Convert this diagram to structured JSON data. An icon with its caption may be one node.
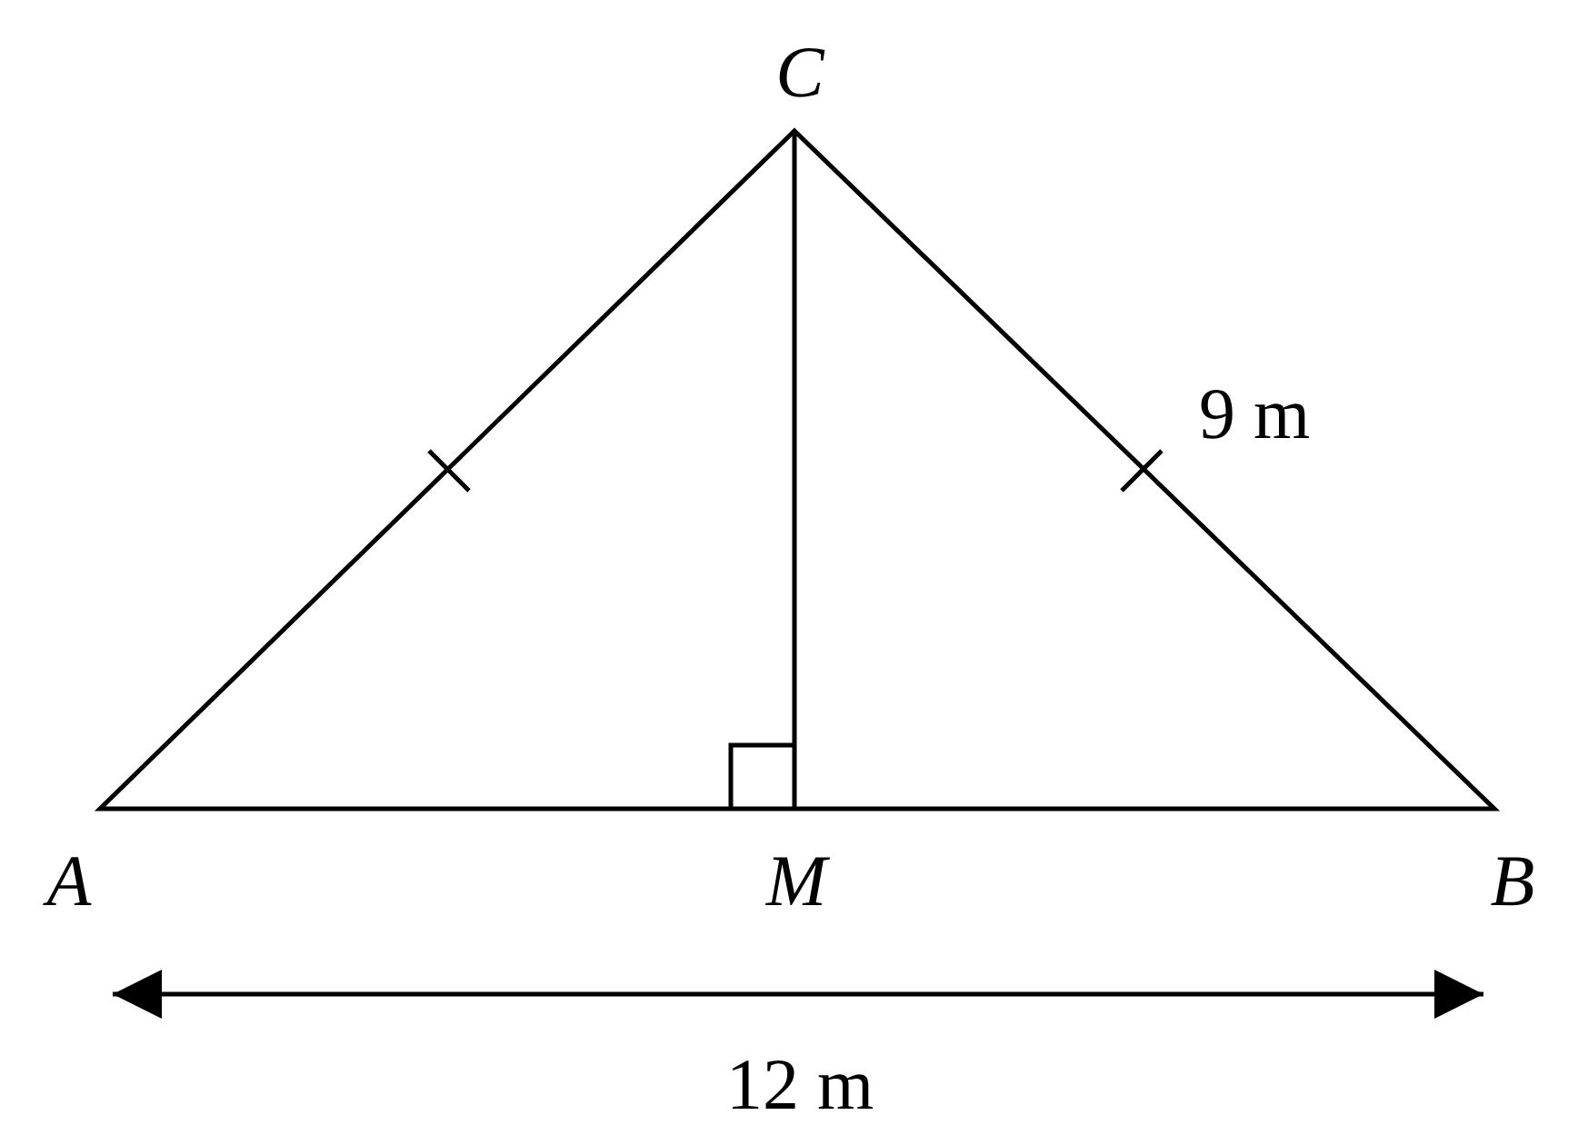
{
  "diagram": {
    "labels": [
      "C",
      "9 m",
      "A",
      "M",
      "B",
      "12 m"
    ]
  }
}
